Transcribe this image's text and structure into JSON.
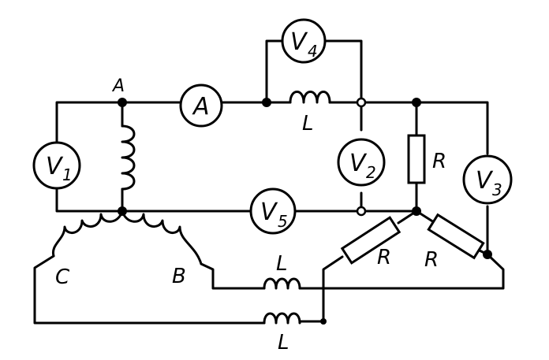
{
  "nodes": {
    "a": "A"
  },
  "meters": {
    "ammeter": "A",
    "v1": {
      "letter": "V",
      "sub": "1"
    },
    "v2": {
      "letter": "V",
      "sub": "2"
    },
    "v3": {
      "letter": "V",
      "sub": "3"
    },
    "v4": {
      "letter": "V",
      "sub": "4"
    },
    "v5": {
      "letter": "V",
      "sub": "5"
    }
  },
  "windings": {
    "c": "C",
    "b": "B"
  },
  "components": {
    "inductor_top": "L",
    "inductor_mid": "L",
    "inductor_bottom": "L",
    "resistor_vertical": "R",
    "resistor_left": "R",
    "resistor_right": "R"
  }
}
